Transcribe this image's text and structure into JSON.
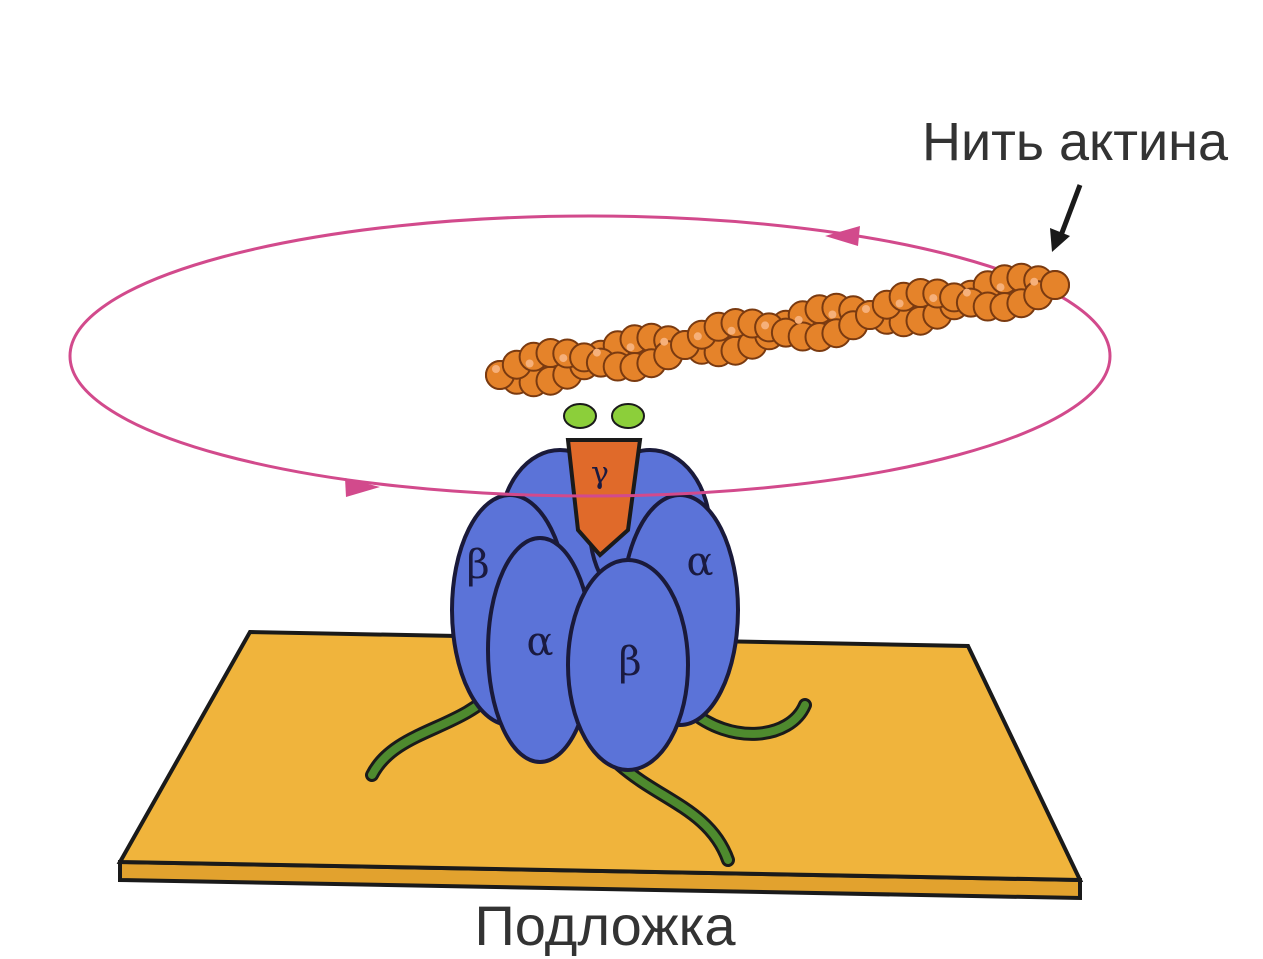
{
  "labels": {
    "actin": "Нить актина",
    "substrate": "Подложка"
  },
  "subunits": {
    "gamma": "γ",
    "alpha_front": "α",
    "beta_front": "β",
    "alpha_right": "α",
    "beta_left": "β"
  },
  "colors": {
    "substrate": "#f0b43c",
    "substrate_edge": "#e2a22e",
    "subunit": "#5b73d8",
    "subunit_outline": "#1a1a3a",
    "gamma": "#e06a2a",
    "actin": "#e5832a",
    "rotation": "#d24a8c",
    "tether": "#4e8a2e"
  }
}
